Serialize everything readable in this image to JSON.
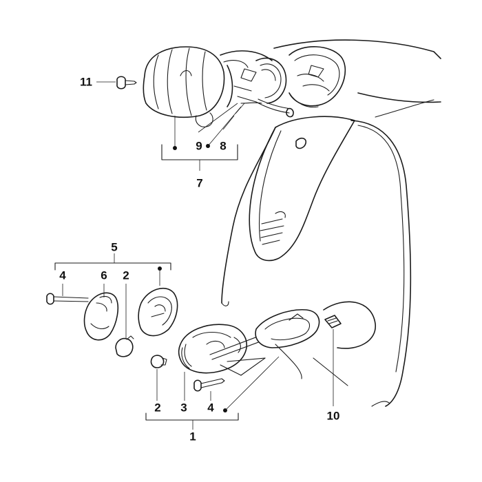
{
  "callouts": [
    {
      "id": "c11",
      "text": "11"
    },
    {
      "id": "c9",
      "text": "9"
    },
    {
      "id": "c8",
      "text": "8"
    },
    {
      "id": "c7",
      "text": "7"
    },
    {
      "id": "c5",
      "text": "5"
    },
    {
      "id": "c4a",
      "text": "4"
    },
    {
      "id": "c6",
      "text": "6"
    },
    {
      "id": "c2a",
      "text": "2"
    },
    {
      "id": "c2b",
      "text": "2"
    },
    {
      "id": "c3",
      "text": "3"
    },
    {
      "id": "c4b",
      "text": "4"
    },
    {
      "id": "c10",
      "text": "10"
    },
    {
      "id": "c1",
      "text": "1"
    }
  ],
  "colors": {
    "ink": "#1a1a1a",
    "paper": "#ffffff"
  }
}
